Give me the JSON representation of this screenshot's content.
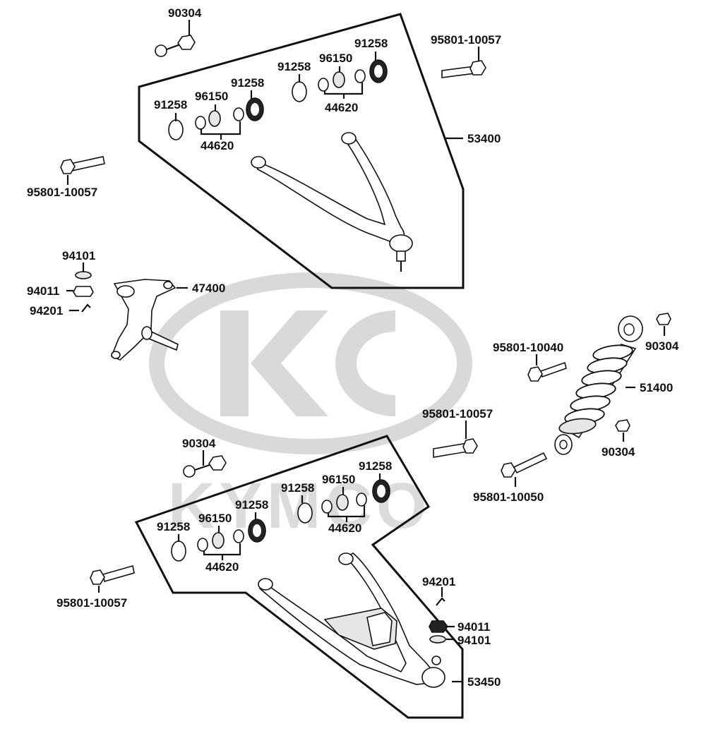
{
  "watermark": {
    "brand_text": "KYMCO"
  },
  "labels": {
    "nut_top": "90304",
    "bolt_top_right": "95801-10057",
    "washer_top_a": "91258",
    "bearing_top_a": "96150",
    "seal_top_a": "91258",
    "collar_top_a": "44620",
    "washer_top_b": "91258",
    "bearing_top_b": "96150",
    "seal_top_b": "91258",
    "collar_top_b": "44620",
    "upper_arm": "53400",
    "bolt_top_left": "95801-10057",
    "washer_knuckle": "94101",
    "nut_knuckle": "94011",
    "pin_knuckle": "94201",
    "knuckle": "47400",
    "nut_shock_top": "90304",
    "bolt_shock_top": "95801-10040",
    "shock": "51400",
    "bolt_mid": "95801-10057",
    "nut_shock_bottom": "90304",
    "nut_lower": "90304",
    "bolt_shock_bottom": "95801-10050",
    "washer_low_a": "91258",
    "bearing_low_a": "96150",
    "seal_low_a": "91258",
    "collar_low_a": "44620",
    "washer_low_b": "91258",
    "bearing_low_b": "96150",
    "seal_low_b": "91258",
    "collar_low_b": "44620",
    "bolt_lower_left": "95801-10057",
    "pin_lower": "94201",
    "nut_lower_joint": "94011",
    "washer_lower_joint": "94101",
    "lower_arm": "53450"
  }
}
